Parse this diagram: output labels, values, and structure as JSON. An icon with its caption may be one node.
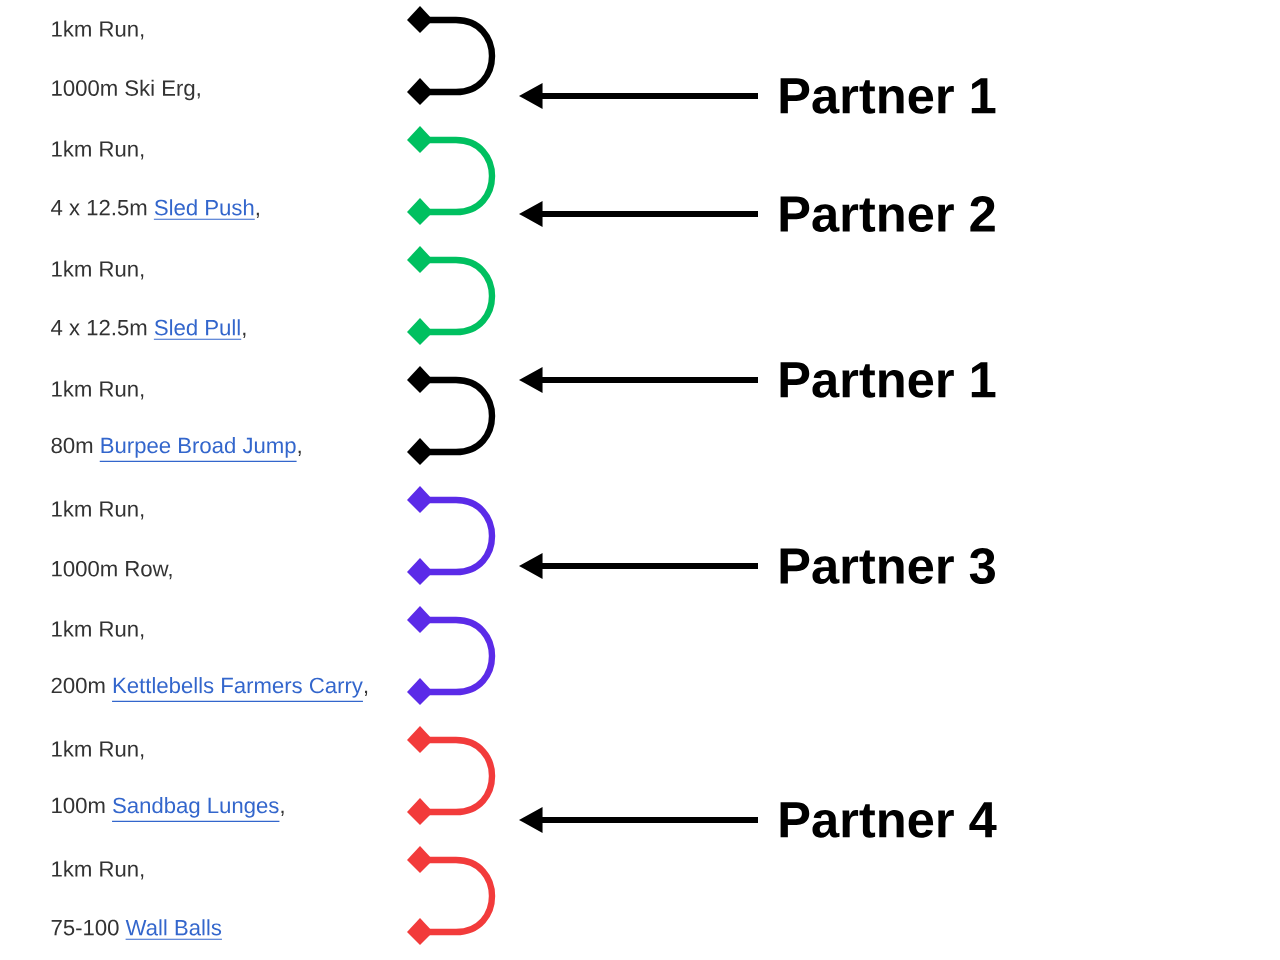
{
  "diagram": {
    "nodes": [
      {
        "text": [],
        "shape": "bracket"
      },
      {
        "text": [
          "Partner 1"
        ]
      },
      {
        "text": [],
        "shape": "bracket"
      },
      {
        "text": [
          "Partner 2"
        ]
      },
      {
        "text": [],
        "shape": "bracket"
      },
      {
        "text": [],
        "shape": "bracket"
      },
      {
        "text": [
          "Partner 1"
        ]
      },
      {
        "text": [],
        "shape": "bracket"
      },
      {
        "text": [
          "Partner 3"
        ]
      },
      {
        "text": [],
        "shape": "bracket"
      },
      {
        "text": [],
        "shape": "bracket"
      },
      {
        "text": [
          "Partner 4"
        ]
      },
      {
        "text": [],
        "shape": "bracket"
      }
    ],
    "edges": [
      {
        "from": 1,
        "to": 0,
        "arrow": "to"
      },
      {
        "from": 3,
        "to": 2,
        "arrow": "to"
      },
      {
        "from": 6,
        "to": 5,
        "arrow": "to"
      },
      {
        "from": 8,
        "to": 7,
        "arrow": "to"
      },
      {
        "from": 11,
        "to": 10,
        "arrow": "to"
      }
    ],
    "labels": [
      "1km Run,",
      "1000m Ski Erg,",
      "1km Run,",
      "4 x 12.5m",
      "Sled Push",
      ",",
      "1km Run,",
      "4 x 12.5m",
      "Sled Pull",
      ",",
      "1km Run,",
      "80m",
      "Burpee Broad Jump",
      ",",
      "1km Run,",
      "1000m Row,",
      "1km Run,",
      "200m",
      "Kettlebells Farmers Carry",
      ",",
      "1km Run,",
      "100m",
      "Sandbag Lunges",
      ",",
      "1km Run,",
      "75-100",
      "Wall Balls"
    ]
  }
}
